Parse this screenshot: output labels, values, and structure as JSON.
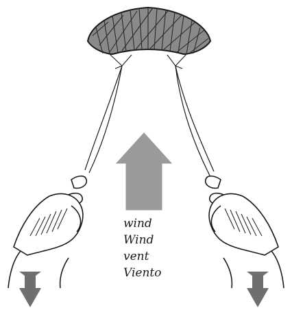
{
  "labels": {
    "wind_words": [
      "wind",
      "Wind",
      "vent",
      "Viento"
    ]
  },
  "colors": {
    "outline": "#1a1a1a",
    "kite_fill": "#7a7a7a",
    "wind_arrow": "#9a9a9a",
    "pull_arrows": "#6f6f6f"
  },
  "icons": {
    "wind_direction": "up-arrow-icon",
    "pull_left": "down-arrow-icon",
    "pull_right": "down-arrow-icon"
  }
}
